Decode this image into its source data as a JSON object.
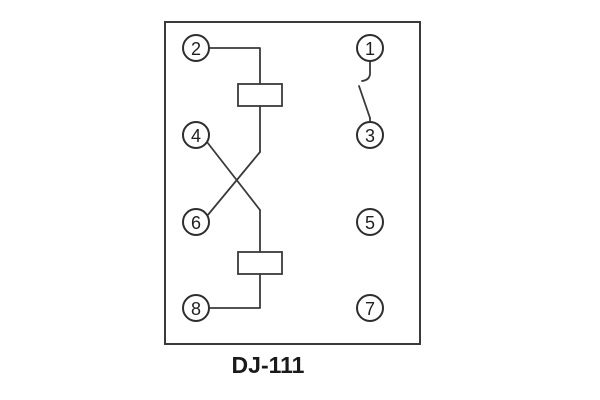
{
  "title": "DJ-111",
  "terminals": {
    "t1": "1",
    "t2": "2",
    "t3": "3",
    "t4": "4",
    "t5": "5",
    "t6": "6",
    "t7": "7",
    "t8": "8"
  },
  "symbols": {
    "coil_top": "coil-winding-symbol",
    "coil_bottom": "coil-winding-symbol",
    "contact": "normally-open-contact-symbol",
    "crossing": "crossed-wires"
  },
  "colors": {
    "line": "#3a3a3a",
    "background": "#ffffff",
    "text": "#1f1f1f"
  }
}
